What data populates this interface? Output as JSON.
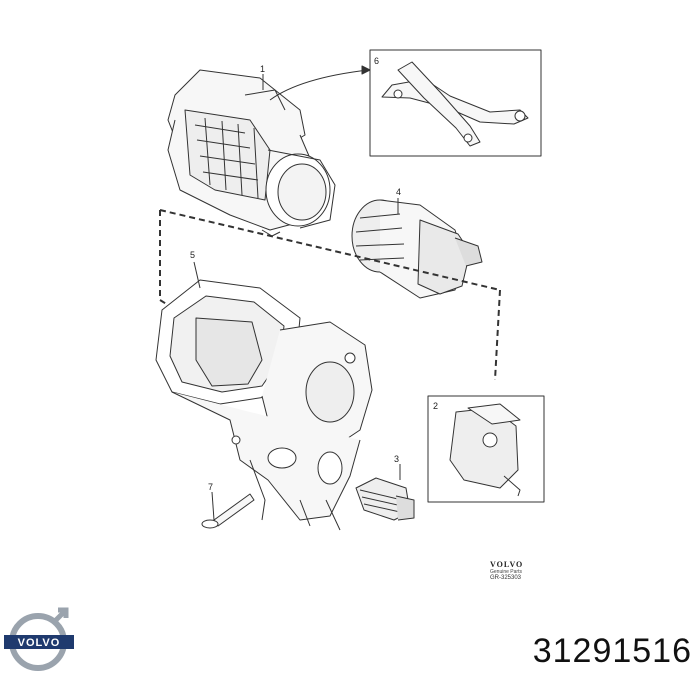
{
  "callouts": [
    {
      "id": "1",
      "label": "1"
    },
    {
      "id": "2",
      "label": "2"
    },
    {
      "id": "3",
      "label": "3"
    },
    {
      "id": "4",
      "label": "4"
    },
    {
      "id": "5",
      "label": "5"
    },
    {
      "id": "6",
      "label": "6"
    },
    {
      "id": "7",
      "label": "7"
    }
  ],
  "brand": {
    "name": "VOLVO",
    "subtitle": "Genuine Parts",
    "reference": "GR-325303"
  },
  "logo_text": "VOLVO",
  "part_number": "31291516",
  "colors": {
    "line": "#333333",
    "fill": "#f7f7f7",
    "logo_blue": "#1f3a6e",
    "logo_silver": "#9aa3ad"
  }
}
